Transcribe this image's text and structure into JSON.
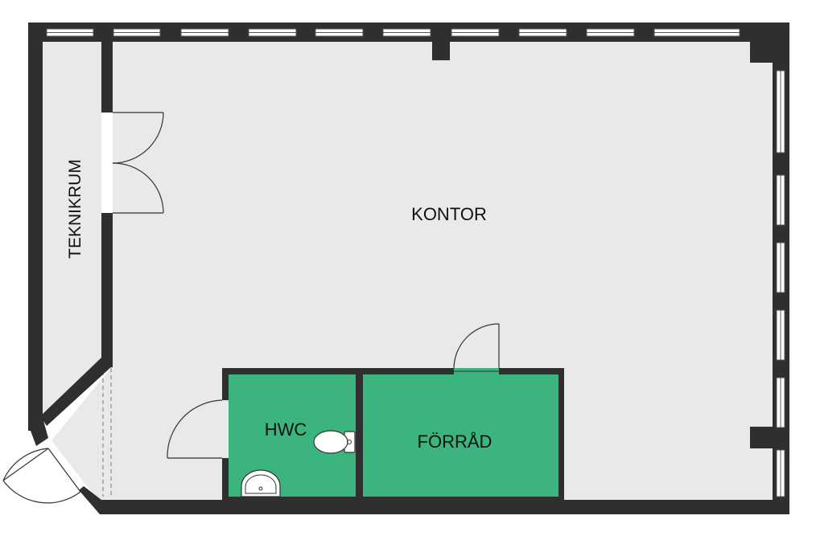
{
  "rooms": {
    "kontor": "KONTOR",
    "teknikrum": "TEKNIKRUM",
    "hwc": "HWC",
    "forrad": "FÖRRÅD"
  },
  "colors": {
    "floor": "#e9e9e9",
    "wall": "#2f2f2f",
    "wet_room": "#3bb57d",
    "fixture": "#ffffff",
    "window_frame": "#555555"
  },
  "icons": [
    "door-swing-icon",
    "window-icon",
    "toilet-icon",
    "sink-icon"
  ]
}
